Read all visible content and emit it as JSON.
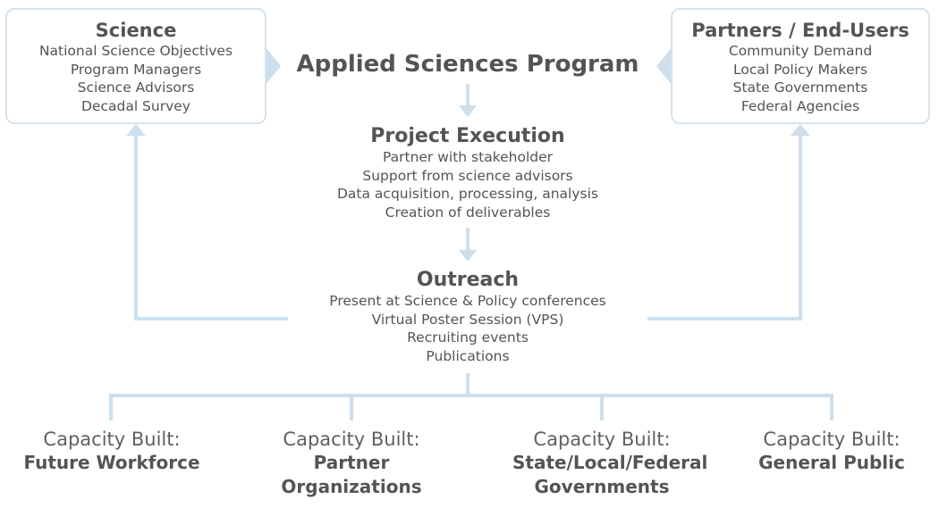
{
  "colors": {
    "connector": "#cddfed",
    "box_border": "#d6e3ee",
    "text": "#545454"
  },
  "science": {
    "title": "Science",
    "items": [
      "National Science Objectives",
      "Program Managers",
      "Science Advisors",
      "Decadal Survey"
    ]
  },
  "partners": {
    "title": "Partners / End-Users",
    "items": [
      "Community Demand",
      "Local Policy Makers",
      "State Governments",
      "Federal Agencies"
    ]
  },
  "program": {
    "title": "Applied Sciences Program"
  },
  "execution": {
    "title": "Project Execution",
    "items": [
      "Partner with stakeholder",
      "Support from science advisors",
      "Data acquisition, processing, analysis",
      "Creation of deliverables"
    ]
  },
  "outreach": {
    "title": "Outreach",
    "items": [
      "Present at Science & Policy conferences",
      "Virtual Poster Session (VPS)",
      "Recruiting events",
      "Publications"
    ]
  },
  "capacities": [
    {
      "label": "Capacity Built:",
      "value": "Future Workforce"
    },
    {
      "label": "Capacity Built:",
      "value": "Partner Organizations"
    },
    {
      "label": "Capacity Built:",
      "value": "State/Local/Federal Governments"
    },
    {
      "label": "Capacity Built:",
      "value": "General Public"
    }
  ]
}
